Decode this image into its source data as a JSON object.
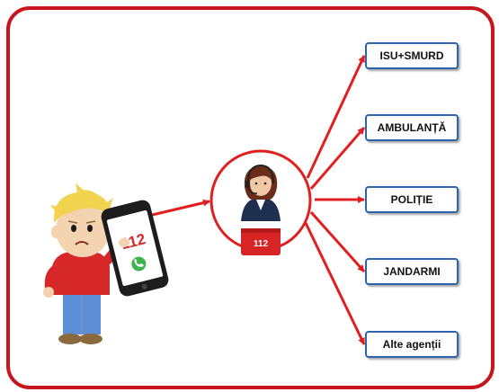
{
  "caller": {
    "phone_number": "112"
  },
  "dispatcher": {
    "desk_label": "112"
  },
  "agencies": [
    {
      "id": "isu-smurd",
      "label": "ISU+SMURD"
    },
    {
      "id": "ambulanta",
      "label": "AMBULANȚĂ"
    },
    {
      "id": "politie",
      "label": "POLIȚIE"
    },
    {
      "id": "jandarmi",
      "label": "JANDARMI"
    },
    {
      "id": "alte-agentii",
      "label": "Alte agenții"
    }
  ],
  "colors": {
    "frame": "#c8161d",
    "arrows": "#e02020",
    "box_border": "#2f63b0"
  }
}
